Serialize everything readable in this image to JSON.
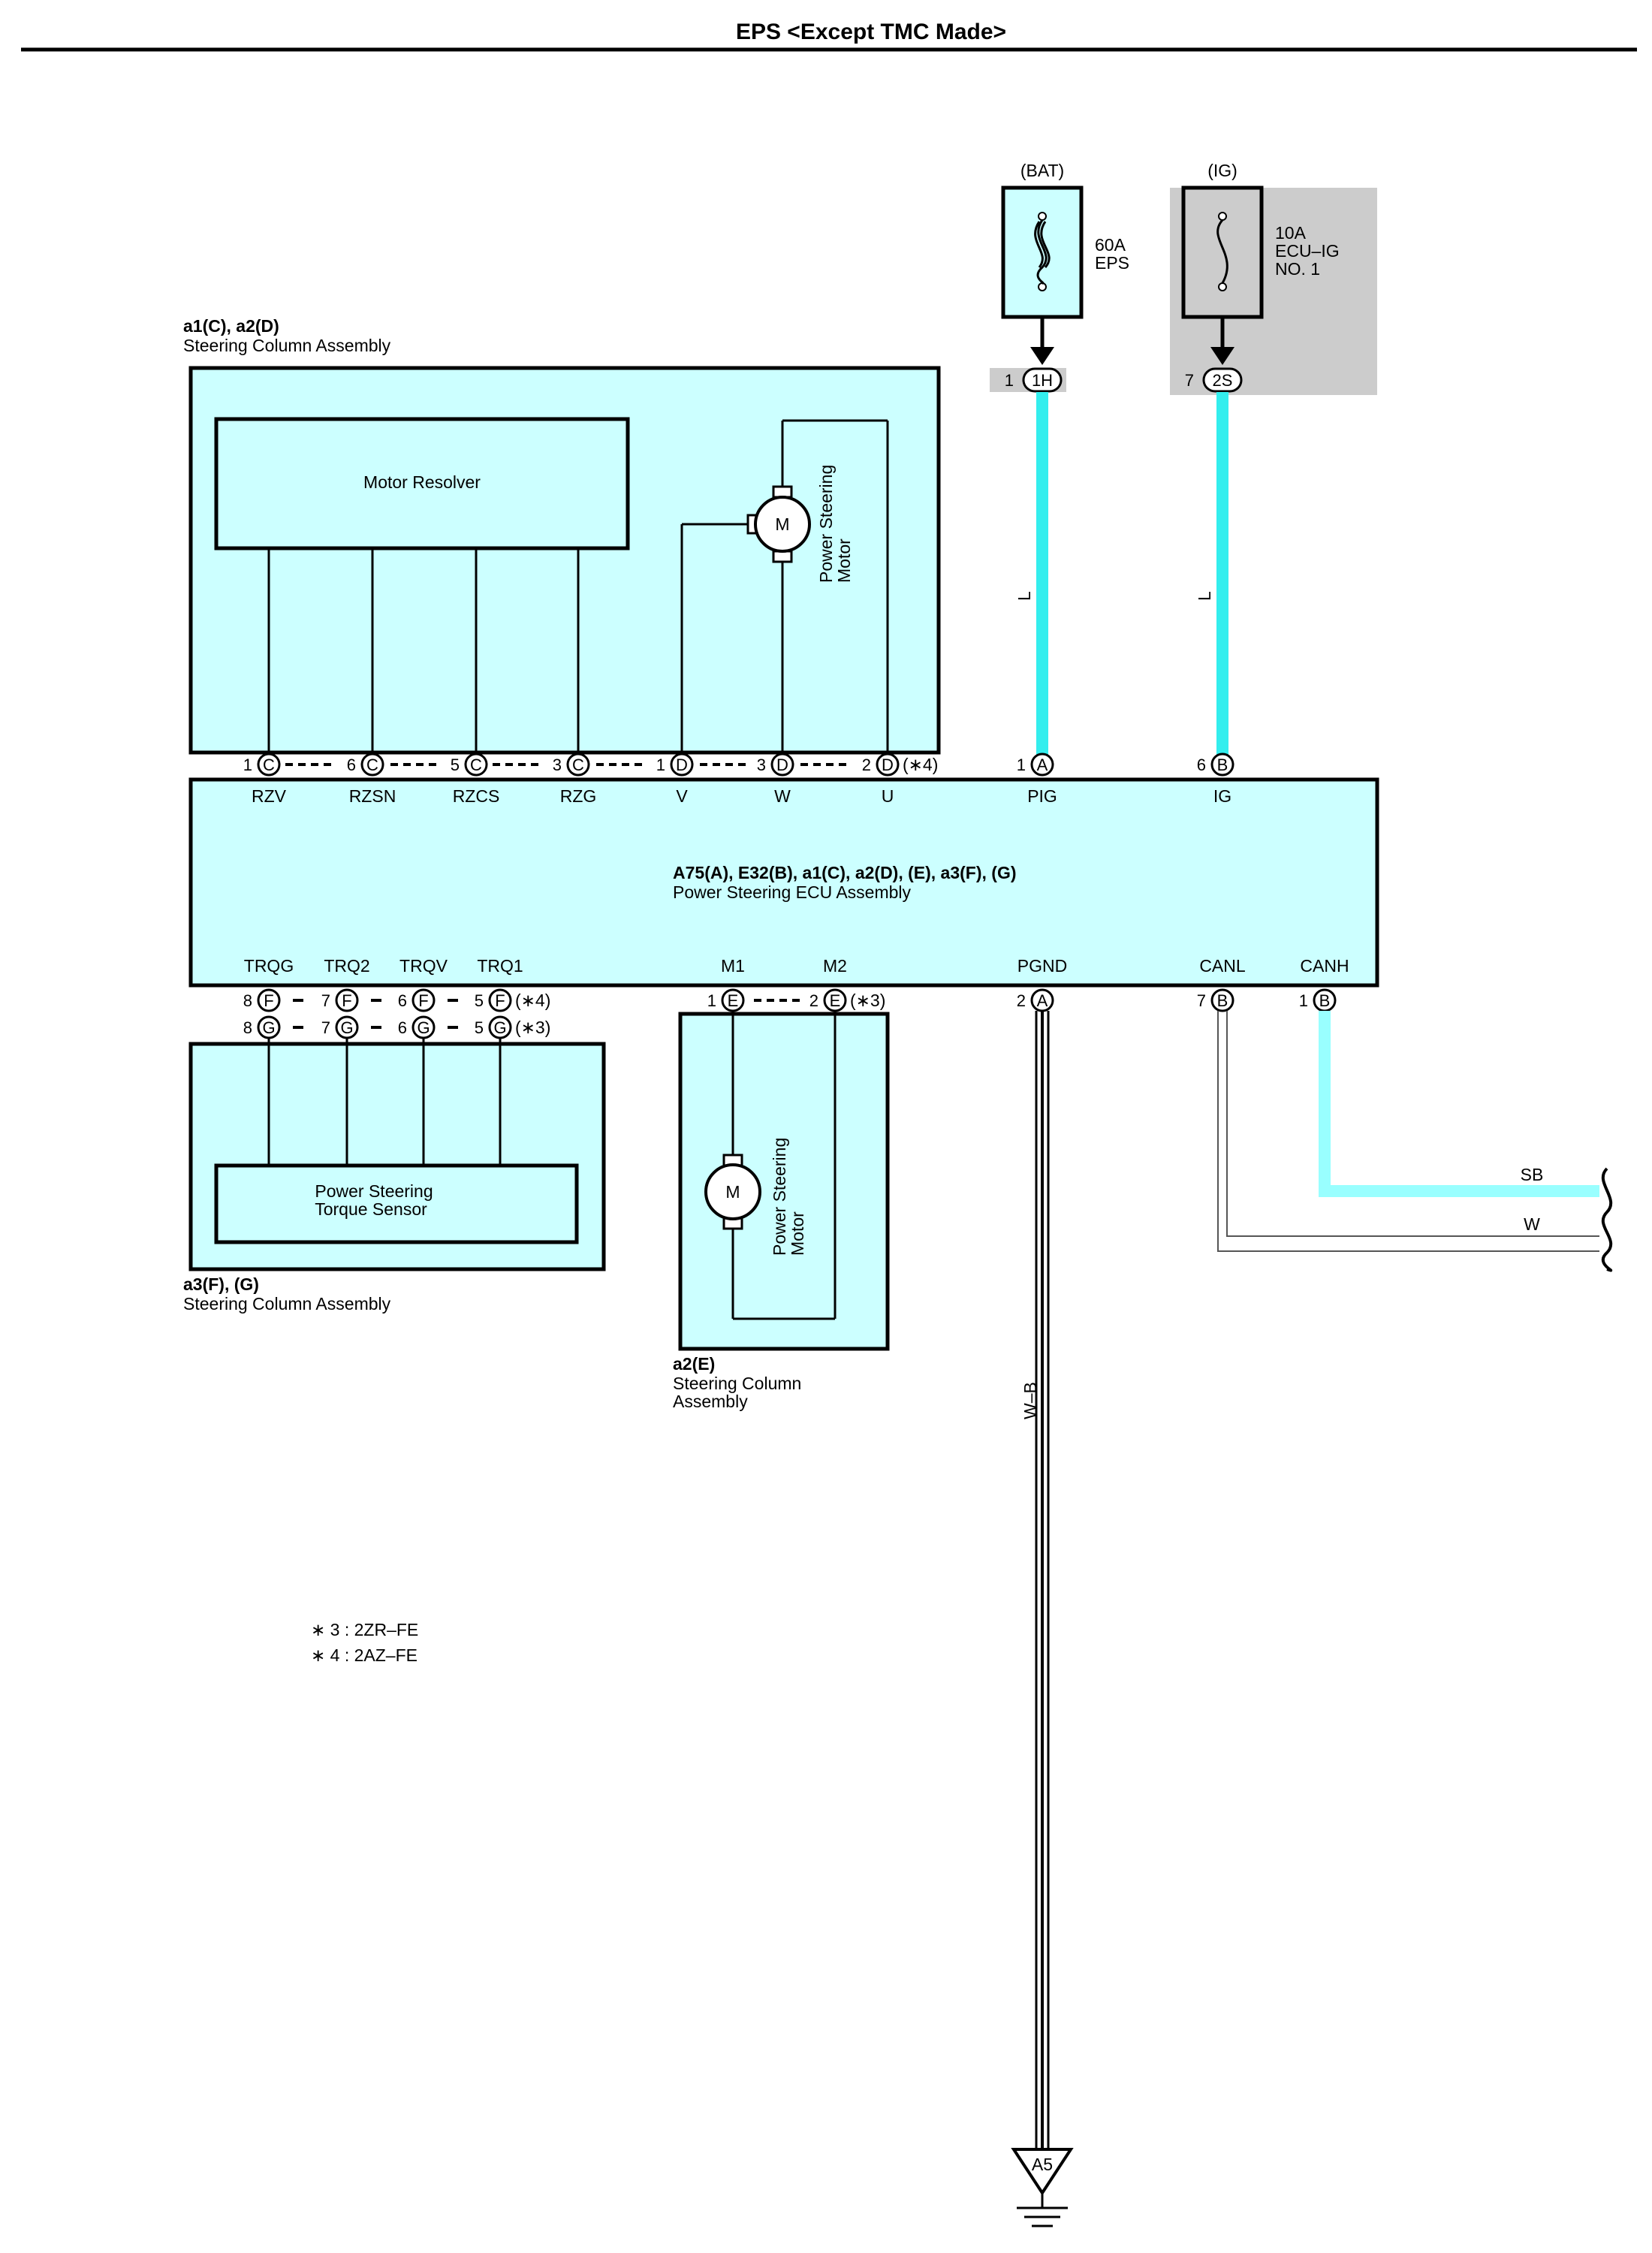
{
  "title": "EPS <Except TMC Made>",
  "colors": {
    "box_fill": "#ccffff",
    "wire_cyan": "#33eeee",
    "wire_sb": "#99ffff",
    "fuse_shade": "#cccccc",
    "line": "#000000"
  },
  "fuses": {
    "bat": {
      "source": "(BAT)",
      "amps": "60A",
      "name": "EPS",
      "conn_pin": "1",
      "conn": "1H"
    },
    "ig": {
      "source": "(IG)",
      "amps": "10A",
      "name_line1": "ECU–IG",
      "name_line2": "NO. 1",
      "conn_pin": "7",
      "conn": "2S"
    }
  },
  "wires": {
    "bat_color": "L",
    "ig_color": "L",
    "ground_color": "W–B",
    "canh_color": "SB",
    "canl_color": "W"
  },
  "ground": "A5",
  "column_assy_top": {
    "ref": "a1(C), a2(D)",
    "name": "Steering Column Assembly",
    "resolver": "Motor Resolver",
    "motor_line1": "Power Steering",
    "motor_line2": "Motor",
    "motor_symbol": "M"
  },
  "ecu": {
    "ref": "A75(A), E32(B), a1(C), a2(D), (E), a3(F), (G)",
    "name": "Power Steering ECU Assembly",
    "top_terminals": [
      {
        "pin": "1",
        "conn": "C",
        "label": "RZV"
      },
      {
        "pin": "6",
        "conn": "C",
        "label": "RZSN"
      },
      {
        "pin": "5",
        "conn": "C",
        "label": "RZCS"
      },
      {
        "pin": "3",
        "conn": "C",
        "label": "RZG"
      },
      {
        "pin": "1",
        "conn": "D",
        "label": "V"
      },
      {
        "pin": "3",
        "conn": "D",
        "label": "W"
      },
      {
        "pin": "2",
        "conn": "D",
        "label": "U"
      },
      {
        "pin": "1",
        "conn": "A",
        "label": "PIG"
      },
      {
        "pin": "6",
        "conn": "B",
        "label": "IG"
      }
    ],
    "top_note": "(∗4)",
    "bottom_labels": [
      "TRQG",
      "TRQ2",
      "TRQV",
      "TRQ1",
      "M1",
      "M2",
      "PGND",
      "CANL",
      "CANH"
    ],
    "trq_row_f": [
      {
        "pin": "8",
        "conn": "F"
      },
      {
        "pin": "7",
        "conn": "F"
      },
      {
        "pin": "6",
        "conn": "F"
      },
      {
        "pin": "5",
        "conn": "F"
      }
    ],
    "trq_row_f_note": "(∗4)",
    "trq_row_g": [
      {
        "pin": "8",
        "conn": "G"
      },
      {
        "pin": "7",
        "conn": "G"
      },
      {
        "pin": "6",
        "conn": "G"
      },
      {
        "pin": "5",
        "conn": "G"
      }
    ],
    "trq_row_g_note": "(∗3)",
    "motor_row": [
      {
        "pin": "1",
        "conn": "E"
      },
      {
        "pin": "2",
        "conn": "E"
      }
    ],
    "motor_row_note": "(∗3)",
    "pgnd": {
      "pin": "2",
      "conn": "A"
    },
    "canl": {
      "pin": "7",
      "conn": "B"
    },
    "canh": {
      "pin": "1",
      "conn": "B"
    }
  },
  "torque_assy": {
    "ref": "a3(F), (G)",
    "name": "Steering Column Assembly",
    "sensor_line1": "Power Steering",
    "sensor_line2": "Torque Sensor"
  },
  "motor_assy": {
    "ref": "a2(E)",
    "name_line1": "Steering Column",
    "name_line2": "Assembly",
    "motor_line1": "Power Steering",
    "motor_line2": "Motor",
    "motor_symbol": "M"
  },
  "notes": [
    "∗ 3 : 2ZR–FE",
    "∗ 4 : 2AZ–FE"
  ]
}
